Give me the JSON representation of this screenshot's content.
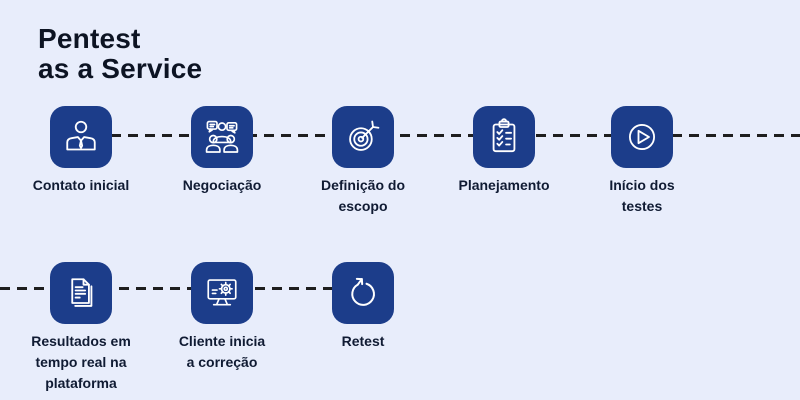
{
  "title": {
    "line1": "Pentest",
    "line2": "as a Service"
  },
  "colors": {
    "background": "#e8edfb",
    "icon_background": "#1c3d8a",
    "icon_glyph": "#ffffff",
    "title_text": "#0d1423",
    "label_text": "#101b33",
    "connector": "#1e1e1e"
  },
  "rows": [
    {
      "steps": [
        {
          "id": "contato-inicial",
          "icon": "business-person-icon",
          "label": "Contato inicial"
        },
        {
          "id": "negociacao",
          "icon": "people-negotiation-icon",
          "label": "Negociação"
        },
        {
          "id": "definicao-do-escopo",
          "icon": "target-dart-icon",
          "label": "Definição do\nescopo"
        },
        {
          "id": "planejamento",
          "icon": "clipboard-checklist-icon",
          "label": "Planejamento"
        },
        {
          "id": "inicio-dos-testes",
          "icon": "play-circle-icon",
          "label": "Início dos\ntestes"
        }
      ]
    },
    {
      "steps": [
        {
          "id": "resultados-plataforma",
          "icon": "report-document-icon",
          "label": "Resultados em\ntempo real na\nplataforma"
        },
        {
          "id": "cliente-correcao",
          "icon": "monitor-gear-icon",
          "label": "Cliente inicia\na correção"
        },
        {
          "id": "retest",
          "icon": "retest-refresh-icon",
          "label": "Retest"
        }
      ]
    }
  ]
}
